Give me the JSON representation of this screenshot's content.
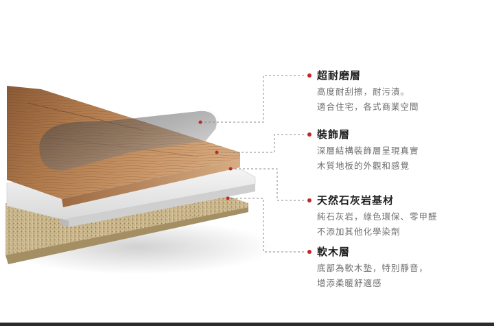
{
  "layers": [
    {
      "title": "超耐磨層",
      "desc": [
        "高度耐刮擦，耐污漬。",
        "適合住宅，各式商業空間"
      ]
    },
    {
      "title": "裝飾層",
      "desc": [
        "深層結構裝飾層呈現真實",
        "木質地板的外觀和感覺"
      ]
    },
    {
      "title": "天然石灰岩基材",
      "desc": [
        "純石灰岩，綠色環保、零甲醛",
        "不添加其他化學染劑"
      ]
    },
    {
      "title": "軟木層",
      "desc": [
        "底部為軟木墊，特別靜音，",
        "增添柔暖舒適感"
      ]
    }
  ],
  "colors": {
    "accent": "#c1262c",
    "title": "#1f1f1f",
    "desc": "#6e6e6e",
    "leader": "#8a8a8a"
  }
}
